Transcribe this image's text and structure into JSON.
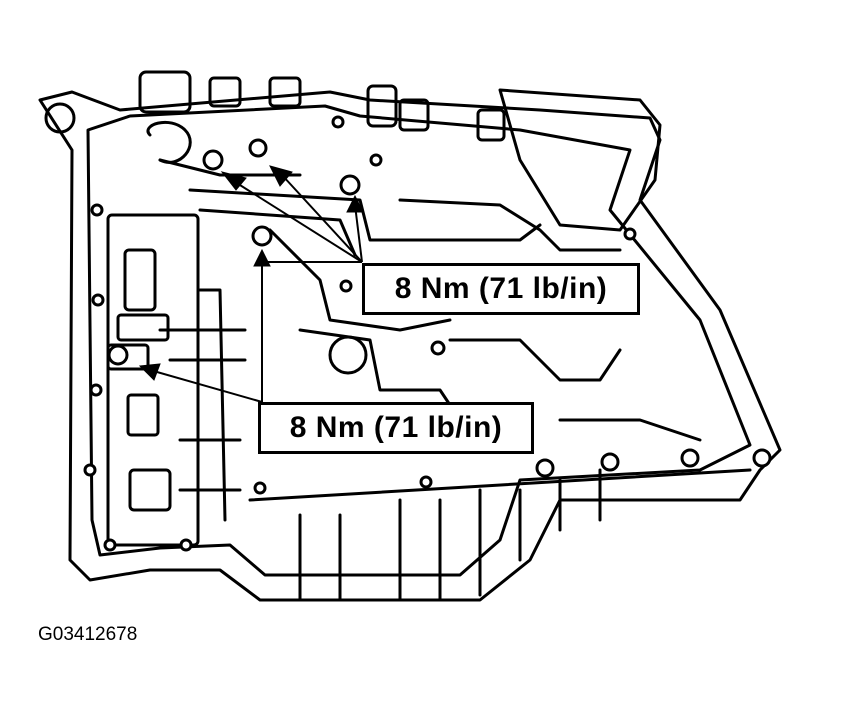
{
  "callouts": [
    {
      "label": "8 Nm (71 lb/in)"
    },
    {
      "label": "8 Nm (71 lb/in)"
    }
  ],
  "figure_id": "G03412678",
  "colors": {
    "ink": "#000000",
    "paper": "#ffffff"
  }
}
